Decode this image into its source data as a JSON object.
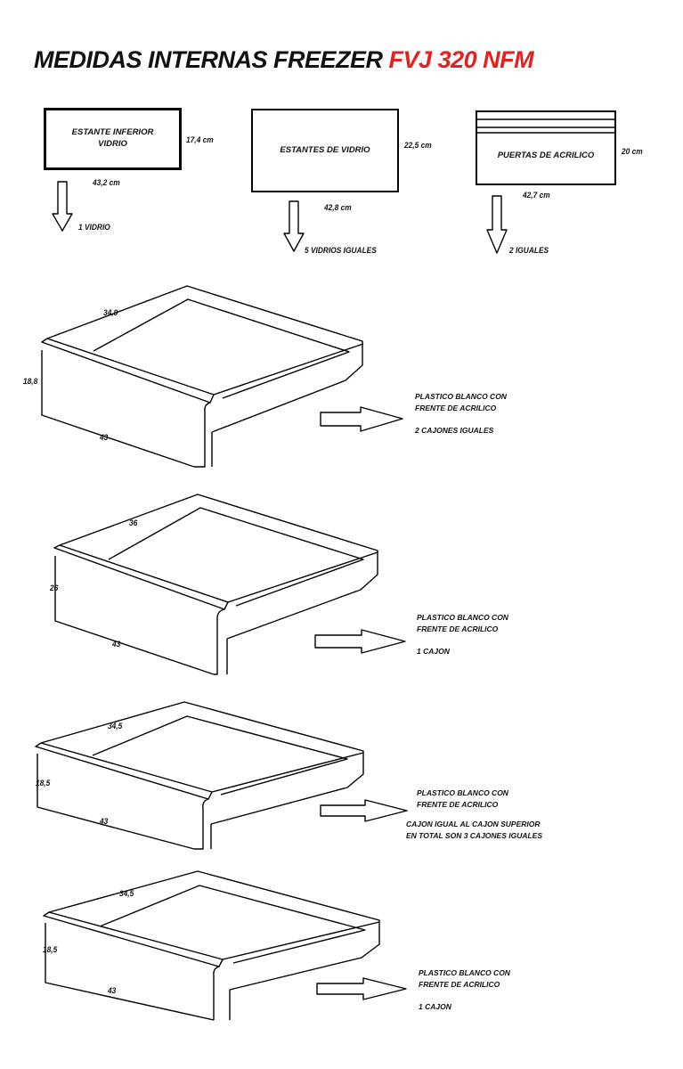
{
  "title": {
    "main": "MEDIDAS INTERNAS FREEZER",
    "model": "FVJ 320 NFM"
  },
  "colors": {
    "accent": "#e5201f"
  },
  "shelves": [
    {
      "name": "ESTANTE INFERIOR VIDRIO",
      "height": "17,4 cm",
      "width": "43,2 cm",
      "quantity": "1 VIDRIO"
    },
    {
      "name": "ESTANTES DE VIDRIO",
      "height": "22,5 cm",
      "width": "42,8 cm",
      "quantity": "5 VIDRIOS IGUALES"
    },
    {
      "name": "PUERTAS DE ACRILICO",
      "height": "20 cm",
      "width": "42,7 cm",
      "quantity": "2 IGUALES"
    }
  ],
  "drawers": [
    {
      "depth": "34,9",
      "height": "18,8",
      "width": "43",
      "material": "PLASTICO BLANCO CON",
      "front": "FRENTE DE ACRILICO",
      "quantity": "2 CAJONES IGUALES"
    },
    {
      "depth": "36",
      "height": "26",
      "width": "43",
      "material": "PLASTICO BLANCO CON",
      "front": "FRENTE DE ACRILICO",
      "quantity": "1 CAJON"
    },
    {
      "depth": "34,5",
      "height": "18,5",
      "width": "43",
      "material": "PLASTICO BLANCO CON",
      "front": "FRENTE DE ACRILICO",
      "quantity": "CAJON IGUAL AL CAJON SUPERIOR",
      "quantity_extra": "EN TOTAL SON 3 CAJONES IGUALES"
    },
    {
      "depth": "34,5",
      "height": "18,5",
      "width": "43",
      "material": "PLASTICO BLANCO CON",
      "front": "FRENTE DE ACRILICO",
      "quantity": "1 CAJON"
    }
  ]
}
